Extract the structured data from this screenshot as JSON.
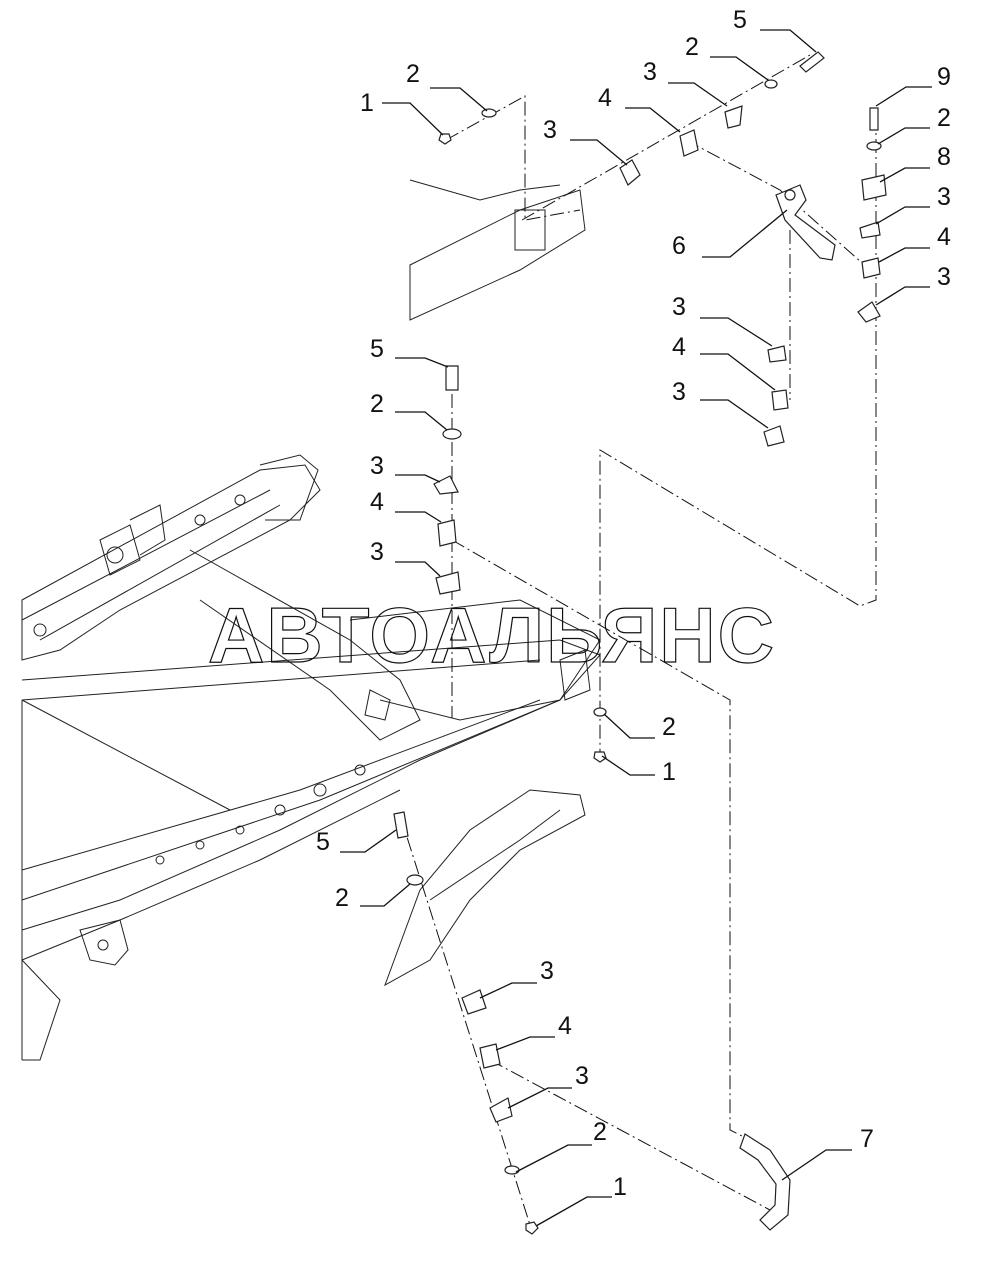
{
  "watermark": "АВТОАЛЬЯНС",
  "callouts": [
    "1",
    "2",
    "3",
    "4",
    "5",
    "6",
    "7",
    "8",
    "9"
  ]
}
